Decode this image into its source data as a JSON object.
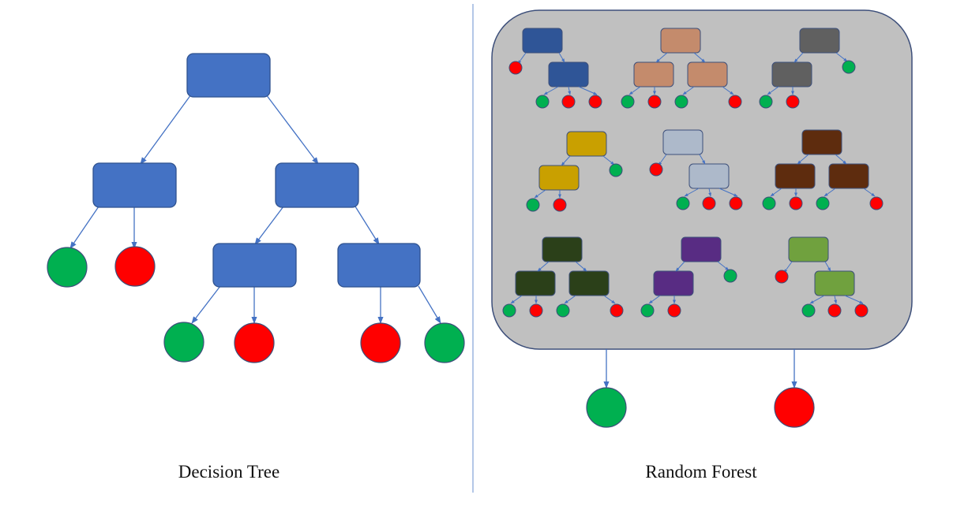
{
  "captions": {
    "left": "Decision Tree",
    "right": "Random Forest"
  },
  "colors": {
    "decision_node": "#4472C4",
    "decision_node_border": "#2F528F",
    "class_green": "#00B050",
    "class_red": "#FF0000",
    "arrow": "#4472C4",
    "forest_panel": "#C0C0C0",
    "forest_panel_border": "#3D4F7A",
    "divider": "#B4C7E7"
  },
  "forest_tree_colors": [
    "#2F5597",
    "#C48B6C",
    "#606060",
    "#C9A000",
    "#ADB9CA",
    "#5E2C0E",
    "#2B4019",
    "#582C83",
    "#70A13E"
  ],
  "forest_output": {
    "left_class": "green",
    "right_class": "red"
  }
}
